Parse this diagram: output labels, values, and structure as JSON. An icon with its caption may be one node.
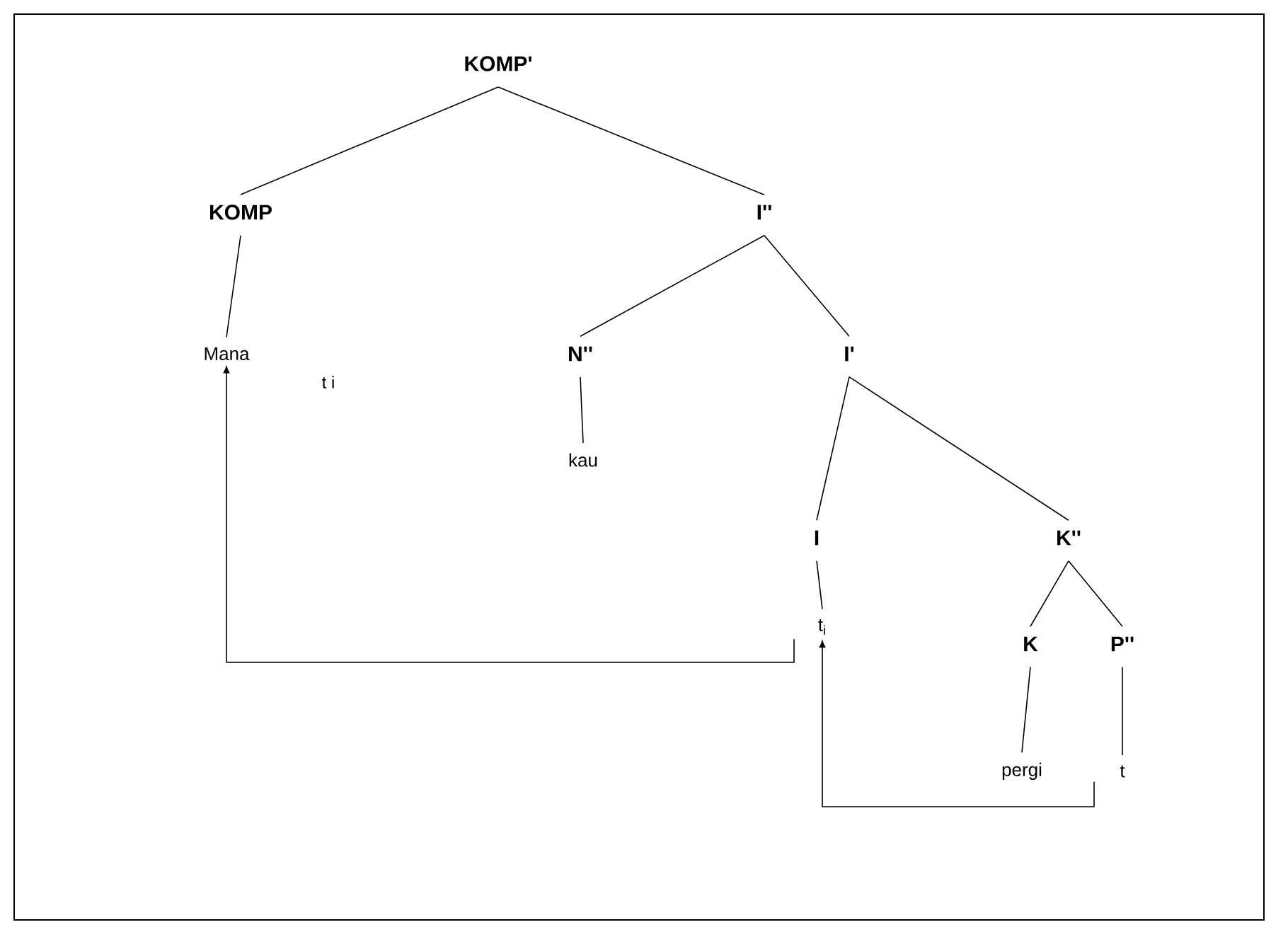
{
  "diagram": {
    "nodes": [
      {
        "text": [
          "KOMP'"
        ]
      },
      {
        "text": [
          "KOMP"
        ]
      },
      {
        "text": [
          "I''"
        ]
      },
      {
        "text": [
          "Mana"
        ]
      },
      {
        "text": [
          "N''"
        ]
      },
      {
        "text": [
          "I'"
        ]
      },
      {
        "text": [
          "kau"
        ]
      },
      {
        "text": [
          "I"
        ]
      },
      {
        "text": [
          "K''"
        ]
      },
      {
        "text": [
          "t$_{i}$"
        ]
      },
      {
        "text": [
          "K"
        ]
      },
      {
        "text": [
          "P''"
        ]
      },
      {
        "text": [
          "pergi"
        ]
      },
      {
        "text": [
          "t"
        ]
      }
    ],
    "edges": [
      {
        "from": 0,
        "to": 1,
        "arrow": "none"
      },
      {
        "from": 0,
        "to": 2,
        "arrow": "none"
      },
      {
        "from": 1,
        "to": 3,
        "arrow": "none"
      },
      {
        "from": 2,
        "to": 4,
        "arrow": "none"
      },
      {
        "from": 2,
        "to": 5,
        "arrow": "none"
      },
      {
        "from": 4,
        "to": 6,
        "arrow": "none"
      },
      {
        "from": 5,
        "to": 7,
        "arrow": "none"
      },
      {
        "from": 5,
        "to": 8,
        "arrow": "none"
      },
      {
        "from": 7,
        "to": 9,
        "arrow": "none"
      },
      {
        "from": 8,
        "to": 10,
        "arrow": "none"
      },
      {
        "from": 8,
        "to": 11,
        "arrow": "none"
      },
      {
        "from": 10,
        "to": 12,
        "arrow": "none"
      },
      {
        "from": 11,
        "to": 13,
        "arrow": "none"
      },
      {
        "from": 9,
        "to": 3,
        "arrow": "to"
      },
      {
        "from": 13,
        "to": 9,
        "arrow": "to"
      }
    ],
    "labels": [
      "t i"
    ]
  }
}
